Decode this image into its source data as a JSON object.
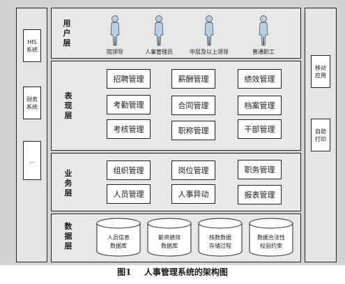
{
  "left_column": {
    "items": [
      {
        "label_line1": "HIS",
        "label_line2": "系统"
      },
      {
        "label_line1": "财务",
        "label_line2": "系统"
      },
      {
        "label_line1": "…",
        "label_line2": ""
      }
    ]
  },
  "right_column": {
    "items": [
      {
        "label_line1": "移动",
        "label_line2": "应用"
      },
      {
        "label_line1": "自助",
        "label_line2": "打印"
      }
    ]
  },
  "layers": {
    "user": {
      "label": [
        "用",
        "户",
        "层"
      ],
      "roles": [
        "院领导",
        "人事管理员",
        "中层及以上领导",
        "普通职工"
      ]
    },
    "presentation": {
      "label": [
        "表",
        "现",
        "层"
      ],
      "modules": [
        "招聘管理",
        "薪酬管理",
        "绩效管理",
        "考勤管理",
        "合同管理",
        "档案管理",
        "考核管理",
        "职称管理",
        "干部管理"
      ]
    },
    "business": {
      "label": [
        "业",
        "务",
        "层"
      ],
      "modules": [
        "组织管理",
        "岗位管理",
        "职务管理",
        "人员管理",
        "人事异动",
        "报表管理"
      ]
    },
    "data": {
      "label": [
        "数",
        "据",
        "层"
      ],
      "databases": [
        {
          "line1": "人员信息",
          "line2": "数据库"
        },
        {
          "line1": "薪资绩效",
          "line2": "数据库"
        },
        {
          "line1": "核数数据",
          "line2": "存储过程"
        },
        {
          "line1": "数据合法性",
          "line2": "校验约束"
        }
      ]
    }
  },
  "caption": {
    "figure": "图1",
    "title": "人事管理系统的架构图"
  },
  "colors": {
    "background": "#d4d4d4",
    "panel": "#e8e8e8",
    "box": "#ffffff",
    "border": "#202020",
    "person": "#b8d0e6"
  }
}
